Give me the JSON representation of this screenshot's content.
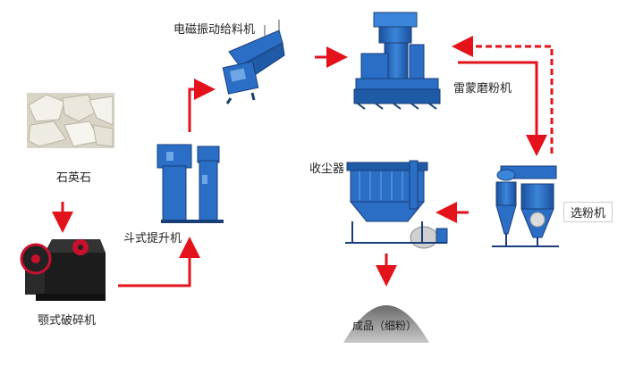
{
  "labels": {
    "quartz": "石英石",
    "jaw_crusher": "颚式破碎机",
    "bucket_elevator": "斗式提升机",
    "vibrating_feeder": "电磁振动给料机",
    "raymond_mill": "雷蒙磨粉机",
    "classifier": "选粉机",
    "dust_collector": "收尘器",
    "product": "成品（细粉）"
  },
  "colors": {
    "arrow": "#e3121b",
    "machine_blue": "#2a6ec6",
    "machine_dark": "#1a3f78",
    "machine_light": "#6ea6e6",
    "stone": "#e8e4d8",
    "pile": "#9a9a9a",
    "crusher_body": "#1c1c1c",
    "crusher_wheel": "#c8102e"
  },
  "icons": {
    "quartz": "quartz-stone-photo",
    "jaw_crusher": "jaw-crusher-icon",
    "bucket_elevator": "bucket-elevator-icon",
    "vibrating_feeder": "vibrating-feeder-icon",
    "raymond_mill": "raymond-mill-icon",
    "classifier": "powder-classifier-icon",
    "dust_collector": "dust-collector-icon",
    "product": "powder-pile-icon"
  }
}
